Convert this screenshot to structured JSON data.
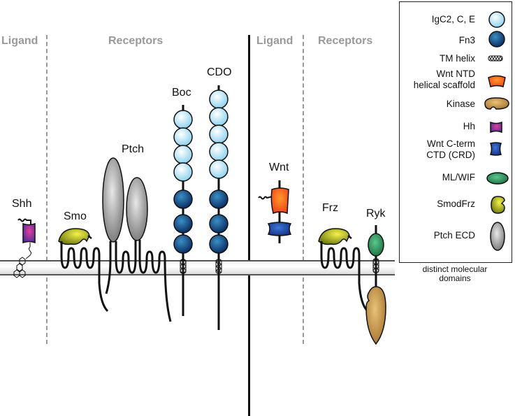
{
  "sections": {
    "left_ligand": "Ligand",
    "left_receptors": "Receptors",
    "right_ligand": "Ligand",
    "right_receptors": "Receptors"
  },
  "molecules": {
    "shh": "Shh",
    "smo": "Smo",
    "ptch": "Ptch",
    "boc": "Boc",
    "cdo": "CDO",
    "wnt": "Wnt",
    "frz": "Frz",
    "ryk": "Ryk"
  },
  "structure": {
    "boc_igc2_domains": 4,
    "boc_fn3_domains": 3,
    "cdo_igc2_domains": 5,
    "cdo_fn3_domains": 3
  },
  "legend": {
    "items": [
      {
        "label": "IgC2, C, E",
        "icon": "igc2-domain-icon",
        "color": "#bfe9f7"
      },
      {
        "label": "Fn3",
        "icon": "fn3-domain-icon",
        "color": "#0f4d8c"
      },
      {
        "label": "TM helix",
        "icon": "tm-helix-icon",
        "color": "#888888"
      },
      {
        "label": "Wnt NTD helical scaffold",
        "label_line1": "Wnt NTD",
        "label_line2": "helical scaffold",
        "icon": "wnt-ntd-icon",
        "color": "#ff5a1f"
      },
      {
        "label": "Kinase",
        "icon": "kinase-icon",
        "color": "#c9933f"
      },
      {
        "label": "Hh",
        "icon": "hh-icon",
        "color": "#a0287e"
      },
      {
        "label": "Wnt C-term CTD (CRD)",
        "label_line1": "Wnt C-term",
        "label_line2": "CTD (CRD)",
        "icon": "wnt-crd-icon",
        "color": "#1e3f9c"
      },
      {
        "label": "ML/WIF",
        "icon": "ml-wif-icon",
        "color": "#2f8f5a"
      },
      {
        "label": "SmodFrz",
        "icon": "smodfrz-icon",
        "color": "#b4b41e"
      },
      {
        "label": "Ptch ECD",
        "icon": "ptch-ecd-icon",
        "color": "#aaaaaa"
      }
    ],
    "caption": "distinct molecular domains"
  }
}
